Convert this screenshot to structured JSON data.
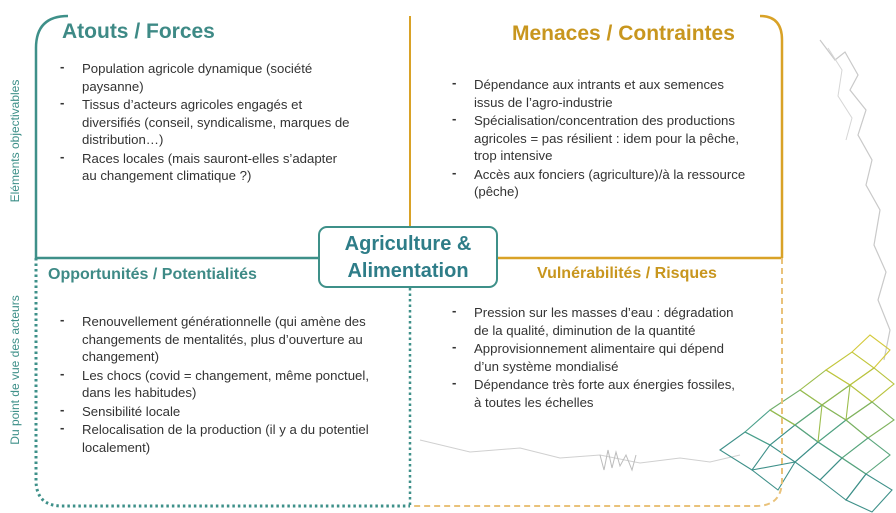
{
  "side_labels": {
    "top": "Eléments objectivables",
    "bottom": "Du point de vue des acteurs"
  },
  "center": {
    "line1": "Agriculture &",
    "line2": "Alimentation"
  },
  "quadrants": {
    "strengths": {
      "title": "Atouts / Forces",
      "items": [
        "Population agricole dynamique (société paysanne)",
        "Tissus d’acteurs agricoles engagés et diversifiés (conseil, syndicalisme, marques de distribution…)",
        "Races locales (mais sauront-elles s’adapter au changement climatique ?)"
      ]
    },
    "threats": {
      "title": "Menaces / Contraintes",
      "items": [
        "Dépendance aux intrants et aux semences issus de l’agro-industrie",
        "Spécialisation/concentration des productions agricoles = pas résilient : idem pour la pêche, trop intensive",
        "Accès aux fonciers (agriculture)/à la ressource (pêche)"
      ]
    },
    "opportunities": {
      "title": "Opportunités / Potentialités",
      "items": [
        "Renouvellement générationnelle (qui amène des changements de mentalités, plus d’ouverture au changement)",
        "Les chocs (covid = changement, même ponctuel, dans les habitudes)",
        "Sensibilité locale",
        "Relocalisation de la production (il y a du potentiel localement)"
      ]
    },
    "vulnerabilities": {
      "title": "Vulnérabilités / Risques",
      "items": [
        "Pression sur les masses d’eau : dégradation de la qualité, diminution de la quantité",
        "Approvisionnement alimentaire qui dépend d’un système mondialisé",
        "Dépendance très forte aux énergies fossiles, à toutes les échelles"
      ]
    }
  },
  "colors": {
    "teal": "#3e9089",
    "gold": "#d9a227",
    "gold_dashed": "#e9c27a",
    "title_teal": "#3e8a86",
    "title_gold": "#c8961e"
  }
}
